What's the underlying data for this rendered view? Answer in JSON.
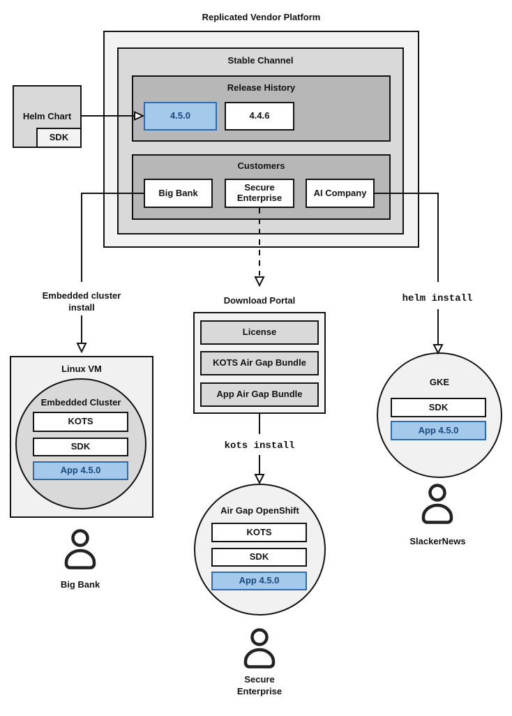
{
  "title": "Replicated Vendor Platform",
  "platform": {
    "channel_title": "Stable Channel",
    "release_history": {
      "title": "Release History",
      "current_release": "4.5.0",
      "previous_release": "4.4.6"
    },
    "customers": {
      "title": "Customers",
      "big_bank": "Big Bank",
      "secure_enterprise": "Secure Enterprise",
      "ai_company": "AI Company"
    }
  },
  "helm_chart": {
    "label": "Helm Chart",
    "sdk": "SDK"
  },
  "left_flow": {
    "arrow_label": "Embedded cluster install",
    "vm": {
      "title": "Linux VM",
      "cluster_title": "Embedded Cluster",
      "kots": "KOTS",
      "sdk": "SDK",
      "app": "App 4.5.0"
    },
    "persona": "Big Bank"
  },
  "center_flow": {
    "portal": {
      "title": "Download Portal",
      "items": [
        "License",
        "KOTS Air Gap Bundle",
        "App Air Gap Bundle"
      ]
    },
    "command": "kots install",
    "cluster": {
      "title": "Air Gap OpenShift",
      "kots": "KOTS",
      "sdk": "SDK",
      "app": "App 4.5.0"
    },
    "persona": "Secure Enterprise"
  },
  "right_flow": {
    "command": "helm install",
    "cluster": {
      "title": "GKE",
      "sdk": "SDK",
      "app": "App 4.5.0"
    },
    "persona": "SlackerNews"
  },
  "colors": {
    "highlight_fill": "#a4c9ea",
    "highlight_border": "#2e6bad",
    "highlight_text": "#17497c"
  }
}
